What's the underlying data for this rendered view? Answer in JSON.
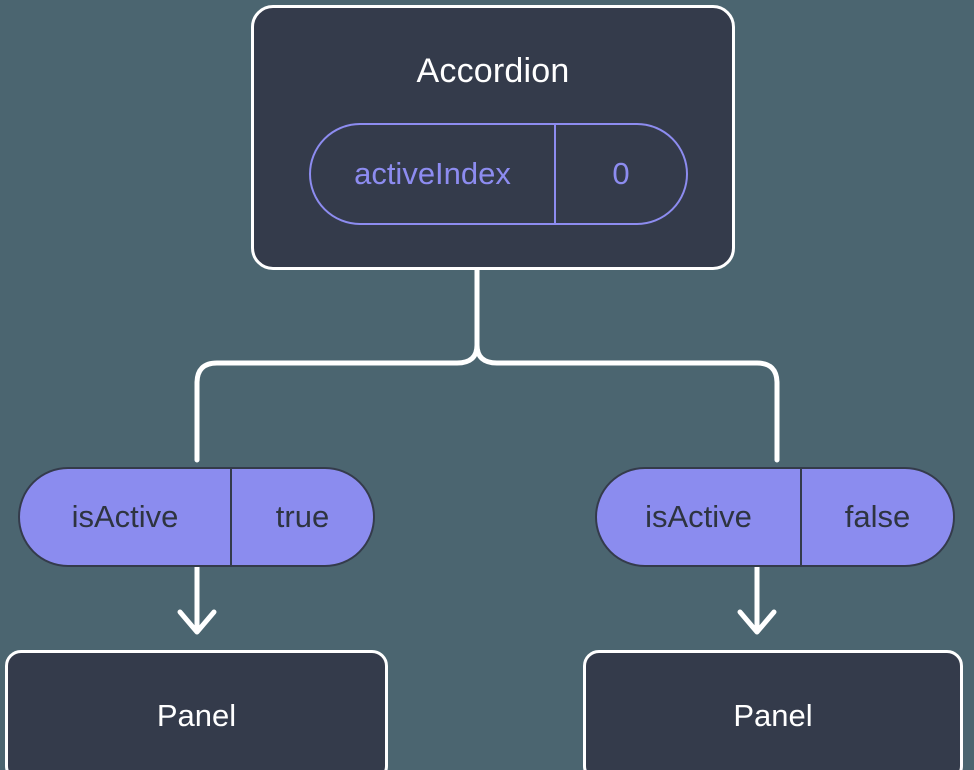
{
  "theme": {
    "background": "#4b6570",
    "card_fill": "#343b4b",
    "card_border": "#ffffff",
    "accent_purple": "#8b8cef",
    "accent_purple_outline": "#8d8cf0",
    "pill_text": "#2e3440",
    "title_text": "#ffffff",
    "connector": "#ffffff"
  },
  "diagram": {
    "type": "component-tree",
    "parent": {
      "title": "Accordion",
      "state": {
        "key": "activeIndex",
        "value": "0"
      }
    },
    "children": [
      {
        "prop": {
          "key": "isActive",
          "value": "true"
        },
        "component": {
          "title": "Panel"
        }
      },
      {
        "prop": {
          "key": "isActive",
          "value": "false"
        },
        "component": {
          "title": "Panel"
        }
      }
    ]
  }
}
